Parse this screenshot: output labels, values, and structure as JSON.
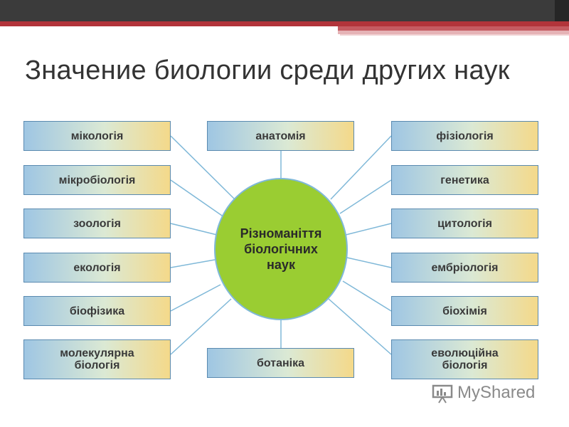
{
  "title": "Значение биологии среди других наук",
  "center_label": "Різноманіття\nбіологічних\nнаук",
  "left_boxes": [
    "мікологія",
    "мікробіологія",
    "зоологія",
    "екологія",
    "біофізика",
    "молекулярна біологія"
  ],
  "right_boxes": [
    "фізіологія",
    "генетика",
    "цитологія",
    "ембріологія",
    "біохімія",
    "еволюційна біологія"
  ],
  "top_box": "анатомія",
  "bottom_box": "ботаніка",
  "logo_text": "MyShared",
  "colors": {
    "center": "#9acd32",
    "connector": "#7fb8d8",
    "box_border": "#5a8ab0"
  }
}
